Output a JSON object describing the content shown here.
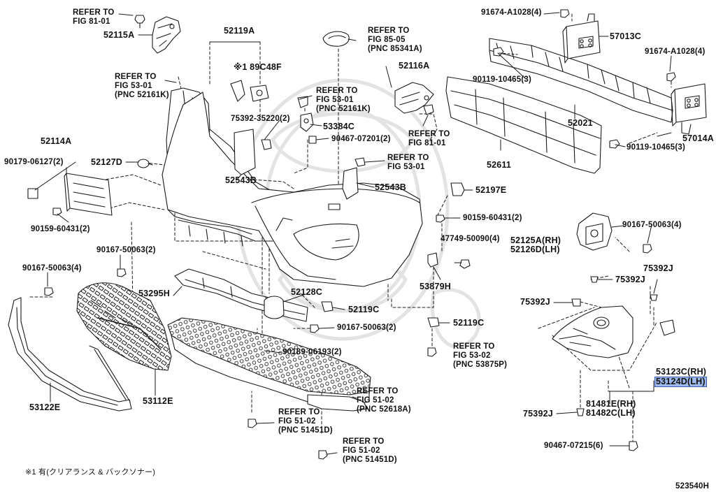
{
  "labels": {
    "l_refer_81_tl": "REFER TO\nFIG 81-01",
    "l_52115A": "52115A",
    "l_52119A": "52119A",
    "l_189C48F": "※1 89C48F",
    "l_refer_85_05": "REFER TO\nFIG 85-05\n(PNC 85341A)",
    "l_91674_top": "91674-A1028(4)",
    "l_57013C": "57013C",
    "l_91674_right": "91674-A1028(4)",
    "l_90119_top": "90119-10465(3)",
    "l_refer_53_tl": "REFER TO\nFIG 53-01\n(PNC 52161K)",
    "l_refer_53_mid": "REFER TO\nFIG 53-01\n(PNC 52161K)",
    "l_52116A": "52116A",
    "l_refer_81_mid": "REFER TO\nFIG 81-01",
    "l_52021": "52021",
    "l_57014A": "57014A",
    "l_90119_bot": "90119-10465(3)",
    "l_75392_35220": "75392-35220(2)",
    "l_53384C": "53384C",
    "l_90467_07201": "90467-07201(2)",
    "l_52114A": "52114A",
    "l_90179": "90179-06127(2)",
    "l_52127D": "52127D",
    "l_52543B_left": "52543B",
    "l_refer_53_right": "REFER TO\nFIG 53-01",
    "l_52611": "52611",
    "l_52543B_right": "52543B",
    "l_52197E": "52197E",
    "l_90159_left": "90159-60431(2)",
    "l_90159_right": "90159-60431(2)",
    "l_90167_4_right": "90167-50063(4)",
    "l_52125A": "52125A(RH)\n52126D(LH)",
    "l_47749": "47749-50090(4)",
    "l_90167_2_left": "90167-50063(2)",
    "l_90167_4_left": "90167-50063(4)",
    "l_75392J_r1": "75392J",
    "l_75392J_r2": "75392J",
    "l_53295H": "53295H",
    "l_53879H": "53879H",
    "l_52128C": "52128C",
    "l_52119C_left": "52119C",
    "l_75392J_mid": "75392J",
    "l_52119C_right": "52119C",
    "l_90167_2_mid": "90167-50063(2)",
    "l_90189": "90189-06193(2)",
    "l_refer_53_02": "REFER TO\nFIG 53-02\n(PNC 53875P)",
    "l_53123C": "53123C(RH)",
    "l_53124D": "53124D(LH)",
    "l_53122E": "53122E",
    "l_53112E": "53112E",
    "l_refer_51_a": "REFER TO\nFIG 51-02\n(PNC 52618A)",
    "l_81481E": "81481E(RH)\n81482C(LH)",
    "l_75392J_bot": "75392J",
    "l_refer_51_b": "REFER TO\nFIG 51-02\n(PNC 51451D)",
    "l_refer_51_c": "REFER TO\nFIG 51-02\n(PNC 51451D)",
    "l_90467_07215": "90467-07215(6)",
    "l_footnote": "※1 有(クリアランス & バックソナー)",
    "l_diagram_id": "523540H"
  },
  "colors": {
    "line": "#1a1a1a",
    "highlight_fill": "#9db8ea",
    "highlight_border": "#3a5ab0",
    "watermark": "#e3e3e3"
  }
}
